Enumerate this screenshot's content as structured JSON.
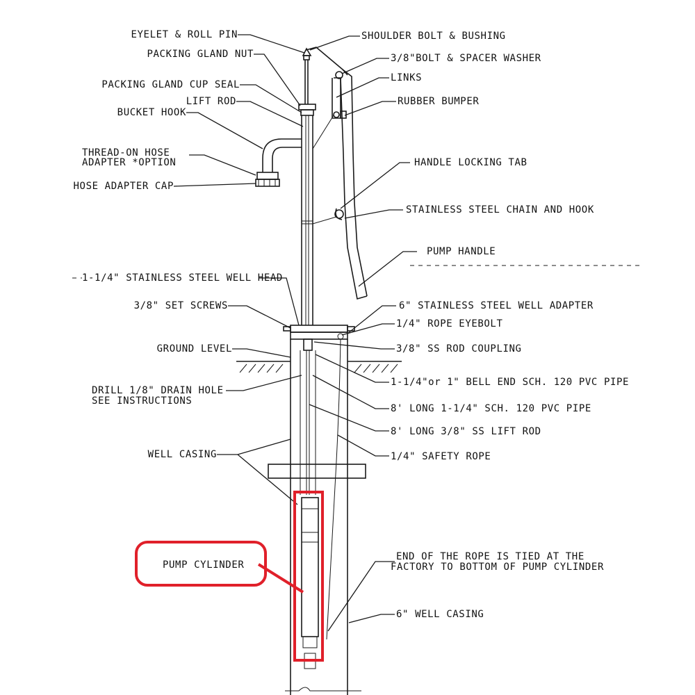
{
  "colors": {
    "ink": "#1a1a1a",
    "highlight": "#e0202a",
    "background": "#ffffff"
  },
  "labels": {
    "eyelet_roll_pin": "EYELET & ROLL PIN",
    "packing_gland_nut": "PACKING GLAND NUT",
    "packing_gland_cup_seal": "PACKING GLAND CUP SEAL",
    "lift_rod": "LIFT ROD",
    "bucket_hook": "BUCKET HOOK",
    "thread_on_hose_line1": "THREAD-ON HOSE",
    "thread_on_hose_line2": "ADAPTER  *OPTION",
    "hose_adapter_cap": "HOSE ADAPTER CAP",
    "shoulder_bolt_bushing": "SHOULDER BOLT & BUSHING",
    "bolt_spacer_washer": "3/8\"BOLT & SPACER WASHER",
    "links": "LINKS",
    "rubber_bumper": "RUBBER BUMPER",
    "handle_locking_tab": "HANDLE LOCKING TAB",
    "stainless_chain_hook": "STAINLESS STEEL CHAIN AND HOOK",
    "pump_handle": "PUMP HANDLE",
    "well_head": "1-1/4\" STAINLESS STEEL WELL HEAD",
    "set_screws": "3/8\" SET SCREWS",
    "ground_level": "GROUND LEVEL",
    "drain_hole_line1": "DRILL 1/8\" DRAIN HOLE",
    "drain_hole_line2": "SEE INSTRUCTIONS",
    "well_casing": "WELL CASING",
    "well_adapter": "6\"  STAINLESS STEEL WELL ADAPTER",
    "rope_eyebolt": "1/4\" ROPE EYEBOLT",
    "rod_coupling": "3/8\" SS ROD COUPLING",
    "bell_end_pipe": "1-1/4\"or 1\" BELL END SCH. 120 PVC PIPE",
    "pvc_pipe": "8' LONG 1-1/4\" SCH. 120 PVC PIPE",
    "ss_lift_rod": "8' LONG 3/8\" SS LIFT ROD",
    "safety_rope": "1/4\" SAFETY ROPE",
    "pump_cylinder": "PUMP CYLINDER",
    "rope_end_line1": "END OF THE ROPE IS TIED AT THE",
    "rope_end_line2": "FACTORY TO BOTTOM OF PUMP CYLINDER",
    "six_inch_casing": "6\" WELL CASING"
  }
}
